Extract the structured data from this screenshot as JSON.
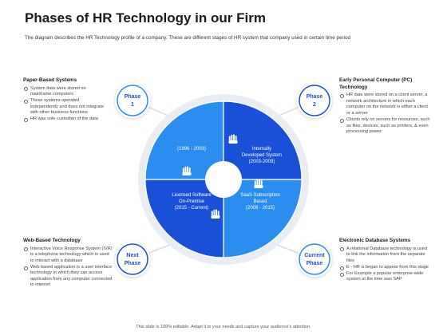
{
  "title": "Phases of HR Technology in our Firm",
  "subtitle": "The diagram describes the HR Technology profile of a company. These are different stages of HR system that company used in certain time period",
  "phases": {
    "tl": {
      "line1": "Phase",
      "line2": "1"
    },
    "tr": {
      "line1": "Phase",
      "line2": "2"
    },
    "bl": {
      "line1": "Next",
      "line2": "Phase"
    },
    "br": {
      "line1": "Current",
      "line2": "Phase"
    }
  },
  "quadrants": {
    "tl": {
      "lines": [
        "(1996 - 2003)"
      ]
    },
    "tr": {
      "lines": [
        "Internally",
        "Developed System",
        "(2003-2009)"
      ]
    },
    "bl": {
      "lines": [
        "Licensed Software",
        "On-Premise",
        "(2015 - Current)"
      ]
    },
    "br": {
      "lines": [
        "SaaS Subscription",
        "Based",
        "(2009 - 2015)"
      ]
    }
  },
  "blocks": {
    "tl": {
      "title": "Paper-Based Systems",
      "items": [
        "System data were stored on mainframe computers",
        "These systems operated independently and does not integrate with other business functions",
        "HR was sole custodian of the data"
      ]
    },
    "tr": {
      "title": "Early Personal Computer (PC) Technology",
      "items": [
        "HR data were stored on a client server, a network architecture in which each computer on the network is either a client or a server",
        "Clients rely on servers for resources, such as files, devices, such as printers, & even processing power"
      ]
    },
    "bl": {
      "title": "Web-Based Technology",
      "items": [
        "Interactive Voice Response System (IVR) is a telephone technology which is used to interact with a database",
        "Web based application is a user interface technology in which they can access application from any computer connected to internet"
      ]
    },
    "br": {
      "title": "Electronic Database Systems",
      "items": [
        "A relational Database technology is used to link the information from the separate files",
        "E - HR is began to appear from this stage",
        "For Example a popular enterprise-wide system at the time was SAP"
      ]
    }
  },
  "footer": "This slide is 100% editable. Adapt it to your needs and capture your audience's attention.",
  "colors": {
    "light_blue": "#2a8ef0",
    "dark_blue": "#1a4fd8",
    "ring_gray": "#e9edf2",
    "phase_text": "#1e4fd8"
  }
}
